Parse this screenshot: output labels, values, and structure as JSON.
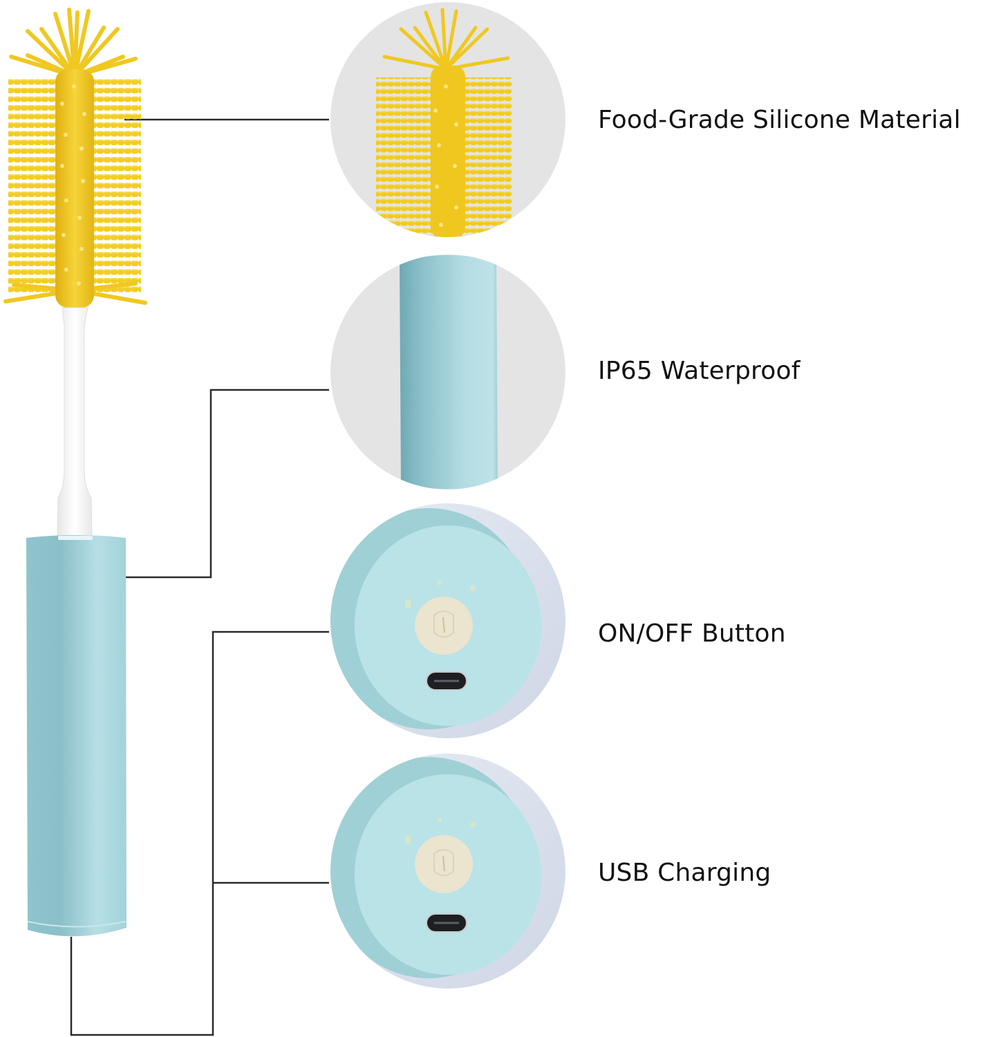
{
  "diagram": {
    "subject": "Electric silicone bottle brush",
    "colors": {
      "background": "#ffffff",
      "bristle_yellow": "#f3cf22",
      "bristle_shade": "#e2b512",
      "handle_teal": "#a9d7de",
      "handle_shadow": "#7fb8c2",
      "neck_white": "#f7f7f7",
      "circle_bg": "#e4e4e4",
      "connector_line": "#2a2a2a",
      "button_beige": "#ebe4cf",
      "label_text": "#111111"
    },
    "features": [
      {
        "id": "silicone",
        "label": "Food-Grade Silicone Material",
        "detail_view": "brush-head closeup"
      },
      {
        "id": "waterproof",
        "label": "IP65 Waterproof",
        "detail_view": "handle closeup"
      },
      {
        "id": "power",
        "label": "ON/OFF Button",
        "detail_view": "end-cap with power button and USB-C port"
      },
      {
        "id": "charging",
        "label": "USB Charging",
        "detail_view": "end-cap with power button and USB-C port"
      }
    ]
  }
}
